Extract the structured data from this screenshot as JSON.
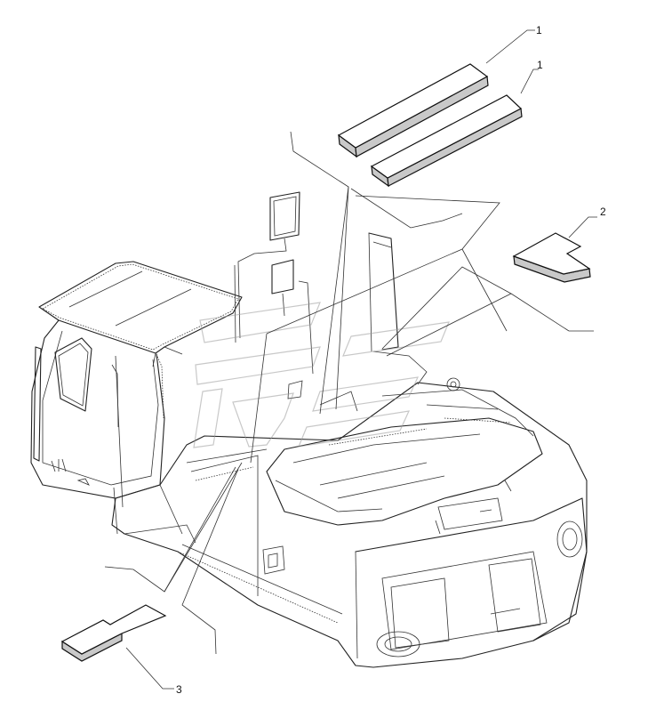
{
  "diagram": {
    "callouts": [
      {
        "id": "callout-1a",
        "label": "1"
      },
      {
        "id": "callout-1b",
        "label": "1"
      },
      {
        "id": "callout-2",
        "label": "2"
      },
      {
        "id": "callout-3",
        "label": "3"
      }
    ]
  },
  "colors": {
    "line": "#222222",
    "pad_side": "#c9c9c9",
    "watermark": "#9a9a9a"
  }
}
